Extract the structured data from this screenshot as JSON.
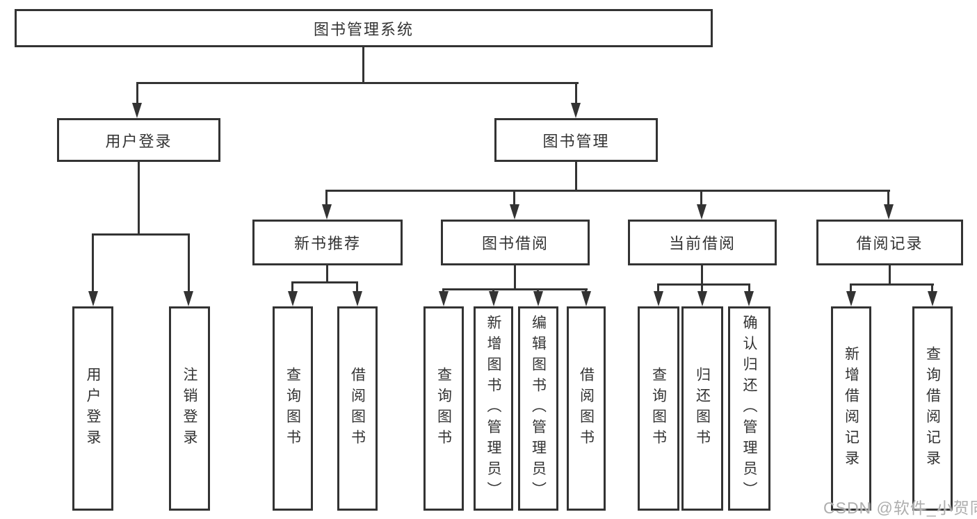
{
  "nodes": {
    "root": {
      "label": "图书管理系统"
    },
    "userLogin": {
      "label": "用户登录",
      "leaves": [
        "用户登录",
        "注销登录"
      ]
    },
    "bookMgmt": {
      "label": "图书管理"
    },
    "newBooks": {
      "label": "新书推荐",
      "leaves": [
        "查询图书",
        "借阅图书"
      ]
    },
    "borrow": {
      "label": "图书借阅",
      "leaves": [
        "查询图书",
        "新增图书（管理员）",
        "编辑图书（管理员）",
        "借阅图书"
      ]
    },
    "current": {
      "label": "当前借阅",
      "leaves": [
        "查询图书",
        "归还图书",
        "确认归还（管理员）"
      ]
    },
    "records": {
      "label": "借阅记录",
      "leaves": [
        "新增借阅记录",
        "查询借阅记录"
      ]
    }
  },
  "watermark": {
    "text": "CSDN @软件_小贺同学"
  },
  "colors": {
    "line": "#333333",
    "text": "#333333",
    "background": "#ffffff",
    "watermark": "#aeaeae"
  }
}
